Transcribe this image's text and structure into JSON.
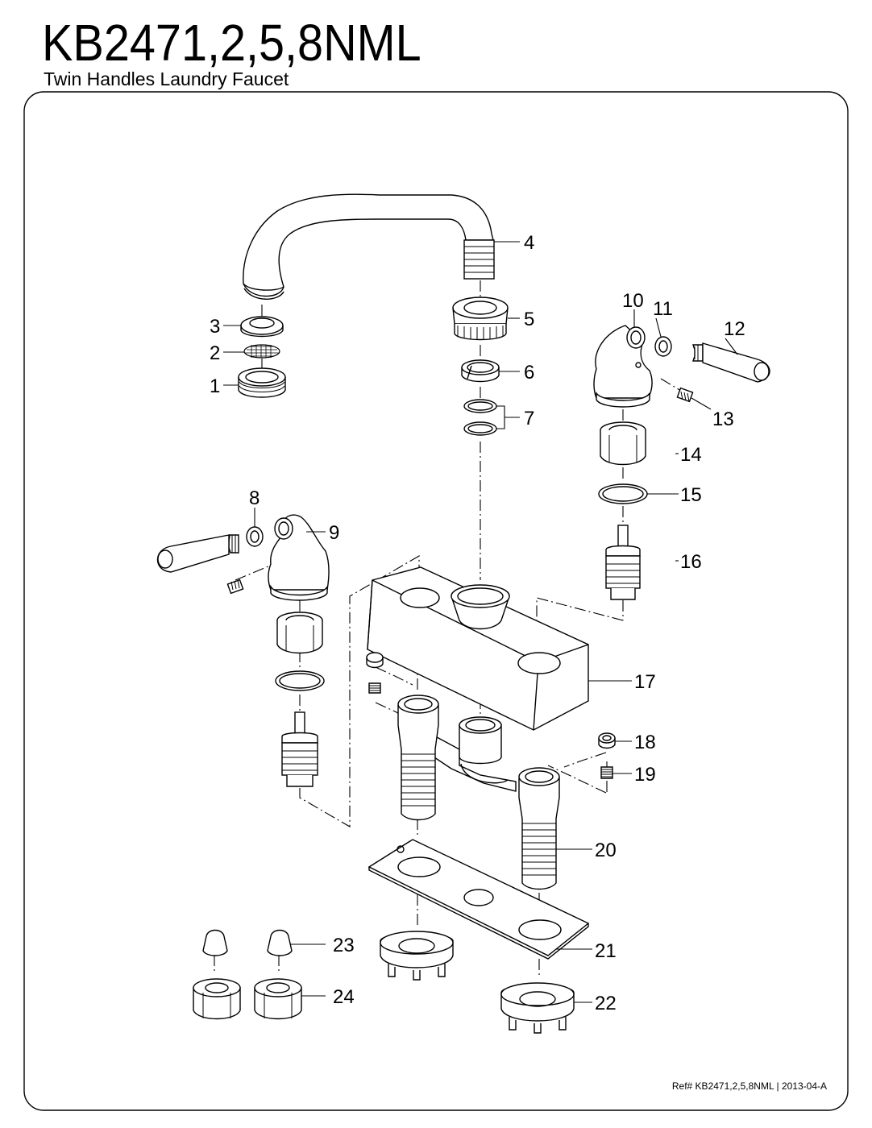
{
  "header": {
    "title": "KB2471,2,5,8NML",
    "subtitle": "Twin Handles Laundry Faucet"
  },
  "footer": {
    "ref": "Ref# KB2471,2,5,8NML | 2013-04-A"
  },
  "callouts": [
    "1",
    "2",
    "3",
    "4",
    "5",
    "6",
    "7",
    "8",
    "9",
    "10",
    "11",
    "12",
    "13",
    "14",
    "15",
    "16",
    "17",
    "18",
    "19",
    "20",
    "21",
    "22",
    "23",
    "24"
  ]
}
